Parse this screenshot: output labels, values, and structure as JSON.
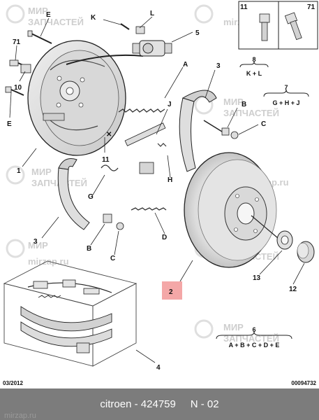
{
  "callouts": {
    "e_top": "E",
    "k": "K",
    "l": "L",
    "five": "5",
    "seventy_one": "71",
    "ten": "10",
    "e_left": "E",
    "a": "A",
    "three_top": "3",
    "j": "J",
    "b_right": "B",
    "c_right": "C",
    "eleven": "11",
    "one": "1",
    "g": "G",
    "h": "H",
    "three_left": "3",
    "d": "D",
    "b_bottom": "B",
    "c_bottom": "C",
    "two": "2",
    "thirteen": "13",
    "twelve": "12",
    "four": "4"
  },
  "inset": {
    "left_label": "11",
    "right_label": "71"
  },
  "groups": {
    "g8_num": "8",
    "g8_formula": "K + L",
    "g7_num": "7",
    "g7_formula": "G + H + J",
    "g6_num": "6",
    "g6_formula": "A + B + C + D + E"
  },
  "footer": {
    "date": "03/2012",
    "ref": "00094732"
  },
  "caption": {
    "brand": "citroen",
    "sep": "-",
    "part": "424759",
    "diagram": "N - 02"
  },
  "watermark": {
    "line1": "МИР",
    "line2": "ЗАПЧАСТЕЙ",
    "domain": "mirzap.ru"
  },
  "colors": {
    "metal": "#e6e6e6",
    "metal_dark": "#bdbdbd",
    "highlight": "#f4a7a7",
    "line": "#222222",
    "bar": "#7c7c7c"
  }
}
